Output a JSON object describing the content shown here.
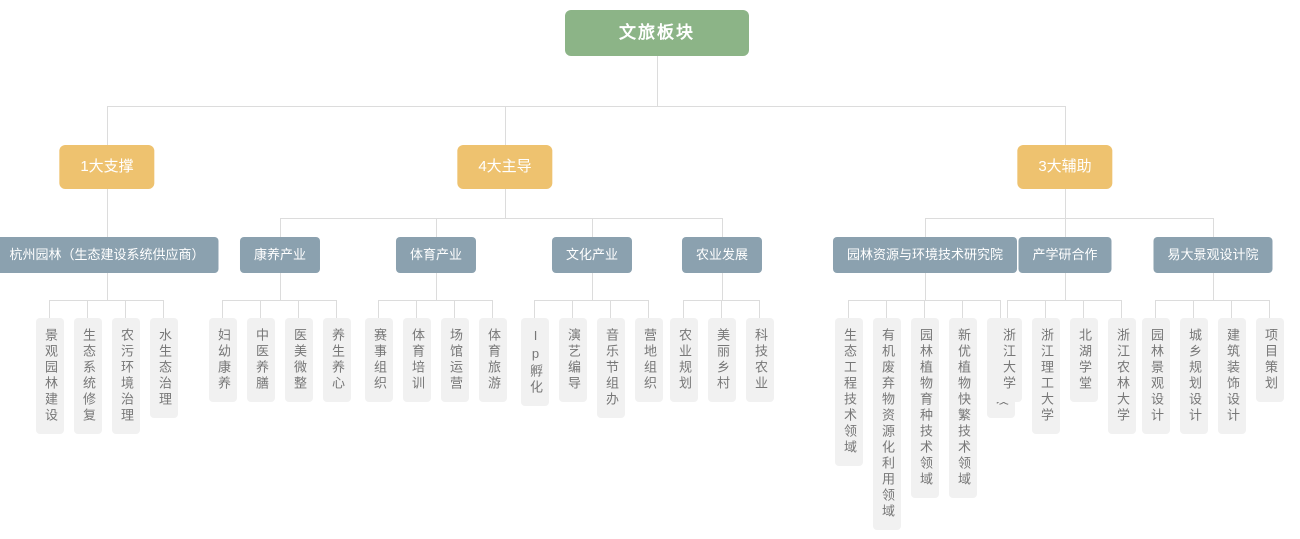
{
  "root": {
    "label": "文旅板块"
  },
  "branches": [
    {
      "label": "1大支撑",
      "groups": [
        {
          "label": "杭州园林（生态建设系统供应商）",
          "leaves": [
            "景观园林建设",
            "生态系统修复",
            "农污环境治理",
            "水生态治理"
          ]
        }
      ]
    },
    {
      "label": "4大主导",
      "groups": [
        {
          "label": "康养产业",
          "leaves": [
            "妇幼康养",
            "中医养膳",
            "医美微整",
            "养生养心"
          ]
        },
        {
          "label": "体育产业",
          "leaves": [
            "赛事组织",
            "体育培训",
            "场馆运营",
            "体育旅游"
          ]
        },
        {
          "label": "文化产业",
          "leaves": [
            "Ip孵化",
            "演艺编导",
            "音乐节组办",
            "营地组织"
          ]
        },
        {
          "label": "农业发展",
          "leaves": [
            "农业规划",
            "美丽乡村",
            "科技农业"
          ]
        }
      ]
    },
    {
      "label": "3大辅助",
      "groups": [
        {
          "label": "园林资源与环境技术研究院",
          "leaves": [
            "生态工程技术领域",
            "有机废弃物资源化利用领域",
            "园林植物育种技术领域",
            "新优植物快繁技术领域",
            "新品种研发"
          ]
        },
        {
          "label": "产学研合作",
          "leaves": [
            "浙江大学",
            "浙江理工大学",
            "北湖学堂",
            "浙江农林大学"
          ]
        },
        {
          "label": "易大景观设计院",
          "leaves": [
            "园林景观设计",
            "城乡规划设计",
            "建筑装饰设计",
            "项目策划"
          ]
        }
      ]
    }
  ],
  "colors": {
    "root_green": "#8cb487",
    "branch_amber": "#eec26f",
    "group_slate": "#8ba1af",
    "leaf_bg": "#f1f1f1",
    "leaf_text": "#777777",
    "line": "#dcdcdc"
  }
}
